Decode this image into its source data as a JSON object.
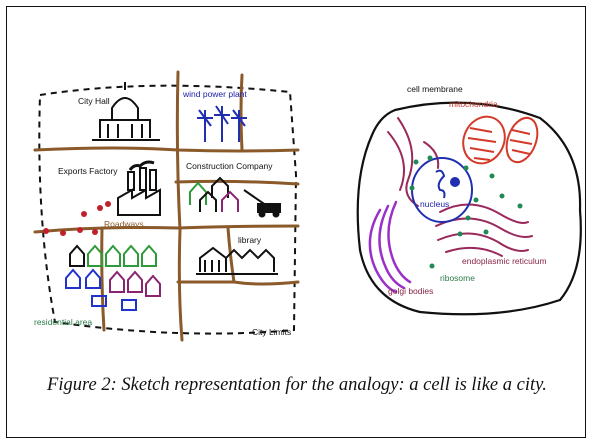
{
  "city": {
    "labels": {
      "city_hall": "City Hall",
      "wind_power_plant": "wind power plant",
      "exports_factory": "Exports Factory",
      "construction_company": "Construction Company",
      "roadways": "Roadways",
      "library": "library",
      "residential_area": "residential area",
      "city_limits": "City Limits"
    }
  },
  "cell": {
    "labels": {
      "cell_membrane": "cell membrane",
      "mitochondria": "mitochondria",
      "nucleus": "nucleus",
      "endoplasmic_reticulum": "endoplasmic reticulum",
      "ribosome": "ribosome",
      "golgi_bodies": "golgi bodies"
    }
  },
  "caption": "Figure 2: Sketch representation for the analogy: a cell is like a city.",
  "colors": {
    "road": "#8b5a2b",
    "label_dark": "#111111",
    "label_blue": "#1e22a8",
    "label_green": "#2d7a4a",
    "label_maroon": "#8a2448",
    "label_red": "#c0392b",
    "wind_blue": "#1f2fb0",
    "house_green": "#2e9b3a",
    "house_blue": "#2233cc",
    "house_purple": "#8a2470",
    "golgi_purple": "#9b30c8",
    "er_maroon": "#9a2a5c",
    "mito_red": "#d43a2a",
    "ribosome_green": "#1f8a55",
    "factory_dots": "#c0202a"
  }
}
